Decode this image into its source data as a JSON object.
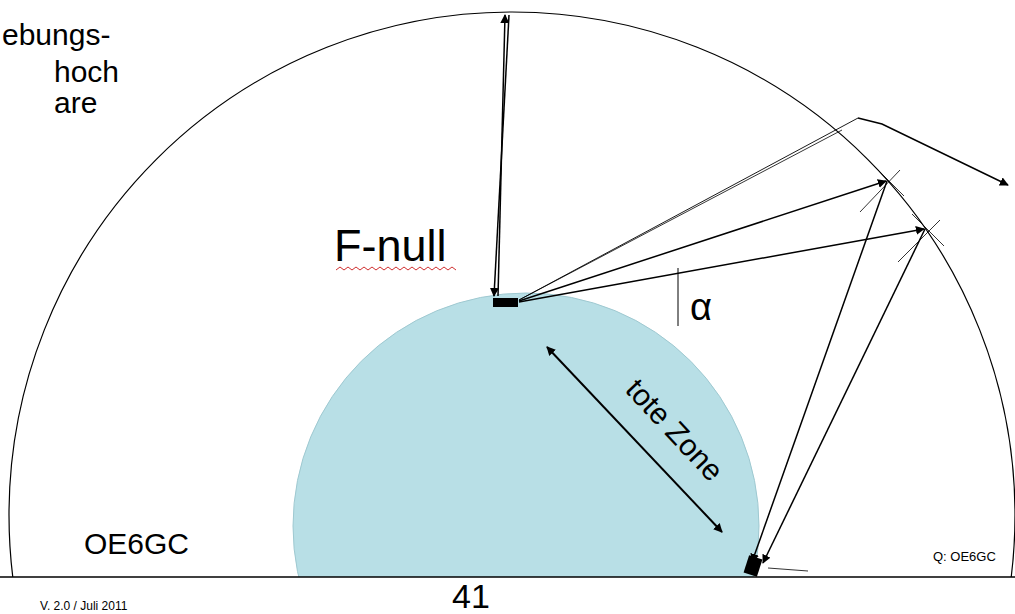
{
  "diagram": {
    "labels": [
      "ebungs-",
      "hoch",
      "are",
      "F-null",
      "α",
      "tote Zone",
      "OE6GC",
      "Q: OE6GC",
      "41",
      "V. 2.0 / Juli 2011"
    ]
  }
}
